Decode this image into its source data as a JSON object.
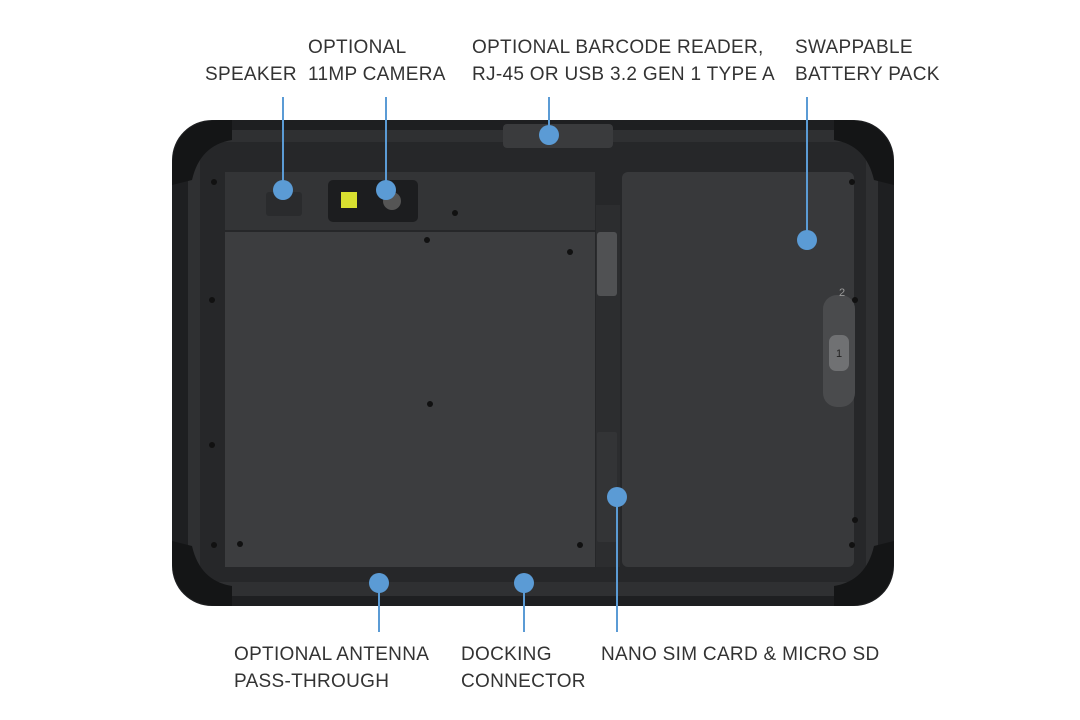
{
  "labels": {
    "speaker": [
      "SPEAKER"
    ],
    "camera": [
      "OPTIONAL",
      "11MP CAMERA"
    ],
    "barcode": [
      "OPTIONAL BARCODE READER,",
      "RJ-45 OR USB 3.2 GEN 1 TYPE A"
    ],
    "battery": [
      "SWAPPABLE",
      "BATTERY PACK"
    ],
    "antenna": [
      "OPTIONAL ANTENNA",
      "PASS-THROUGH"
    ],
    "docking": [
      "DOCKING",
      "CONNECTOR"
    ],
    "sim": [
      "NANO SIM CARD & MICRO SD"
    ]
  },
  "battery_slots": [
    "1",
    "2"
  ],
  "colors": {
    "marker": "#5b9bd5",
    "body": "#2a2b2d",
    "panel": "#3a3b3d",
    "text": "#333333"
  }
}
